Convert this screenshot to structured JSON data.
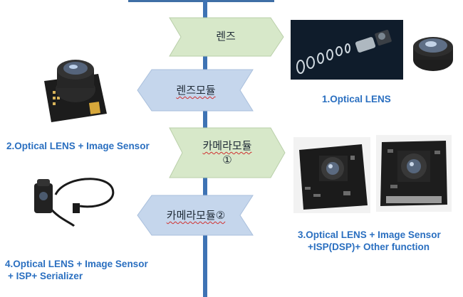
{
  "arrows": [
    {
      "label": "렌즈",
      "direction": "right",
      "color": "#d7e8c9"
    },
    {
      "label": "렌즈모듈",
      "direction": "left",
      "color": "#c5d6ec"
    },
    {
      "label_line1": "카메라모듈",
      "label_line2": "①",
      "direction": "right",
      "color": "#d7e8c9"
    },
    {
      "label": "카메라모듈②",
      "direction": "left",
      "color": "#c5d6ec"
    }
  ],
  "captions": {
    "c1": "1.Optical LENS",
    "c2": "2.Optical LENS + Image Sensor",
    "c3_line1": "3.Optical LENS + Image Sensor",
    "c3_line2": "+ISP(DSP)+ Other function",
    "c4_line1": "4.Optical LENS + Image Sensor",
    "c4_line2": "+ ISP+ Serializer"
  },
  "colors": {
    "timeline": "#3e73b4",
    "caption": "#2a6fc0"
  }
}
